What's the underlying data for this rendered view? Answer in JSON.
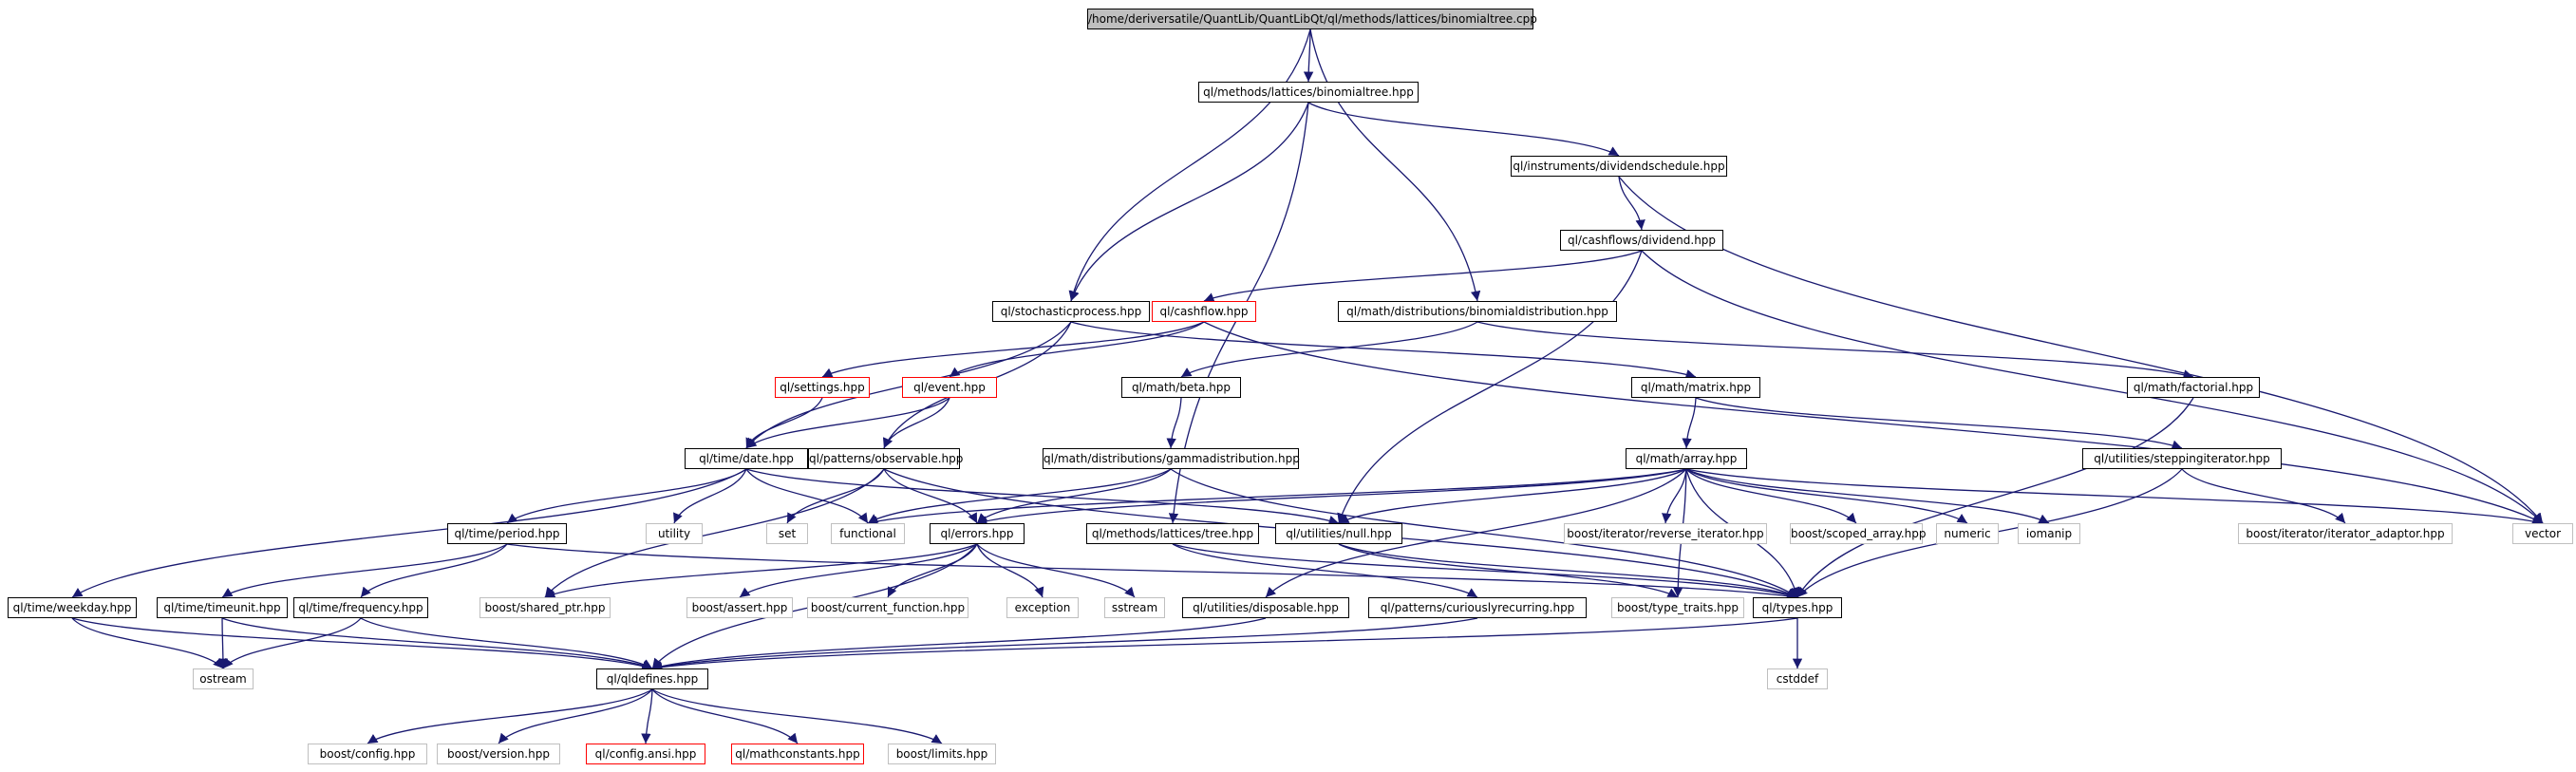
{
  "colors": {
    "edge": "#191970",
    "node_border": "#000000",
    "system_border": "#bfbfbf",
    "incomplete_border": "#ff0000",
    "root_fill": "#bfbfbf"
  },
  "nodes": [
    {
      "id": "root",
      "label": "/home/deriversatile/QuantLib/QuantLibQt/ql/methods/lattices/binomialtree.cpp",
      "kind": "root"
    },
    {
      "id": "binomialtree_hpp",
      "label": "ql/methods/lattices/binomialtree.hpp",
      "kind": "local"
    },
    {
      "id": "dividendschedule",
      "label": "ql/instruments/dividendschedule.hpp",
      "kind": "local"
    },
    {
      "id": "dividend",
      "label": "ql/cashflows/dividend.hpp",
      "kind": "local"
    },
    {
      "id": "stochasticprocess",
      "label": "ql/stochasticprocess.hpp",
      "kind": "local"
    },
    {
      "id": "cashflow",
      "label": "ql/cashflow.hpp",
      "kind": "red"
    },
    {
      "id": "binomialdistribution",
      "label": "ql/math/distributions/binomialdistribution.hpp",
      "kind": "local"
    },
    {
      "id": "settings",
      "label": "ql/settings.hpp",
      "kind": "red"
    },
    {
      "id": "event",
      "label": "ql/event.hpp",
      "kind": "red"
    },
    {
      "id": "beta",
      "label": "ql/math/beta.hpp",
      "kind": "local"
    },
    {
      "id": "matrix",
      "label": "ql/math/matrix.hpp",
      "kind": "local"
    },
    {
      "id": "factorial",
      "label": "ql/math/factorial.hpp",
      "kind": "local"
    },
    {
      "id": "date",
      "label": "ql/time/date.hpp",
      "kind": "local"
    },
    {
      "id": "observable",
      "label": "ql/patterns/observable.hpp",
      "kind": "local"
    },
    {
      "id": "gammadistribution",
      "label": "ql/math/distributions/gammadistribution.hpp",
      "kind": "local"
    },
    {
      "id": "array",
      "label": "ql/math/array.hpp",
      "kind": "local"
    },
    {
      "id": "steppingiterator",
      "label": "ql/utilities/steppingiterator.hpp",
      "kind": "local"
    },
    {
      "id": "period",
      "label": "ql/time/period.hpp",
      "kind": "local"
    },
    {
      "id": "utility",
      "label": "utility",
      "kind": "system"
    },
    {
      "id": "set",
      "label": "set",
      "kind": "system"
    },
    {
      "id": "functional",
      "label": "functional",
      "kind": "system"
    },
    {
      "id": "errors",
      "label": "ql/errors.hpp",
      "kind": "local"
    },
    {
      "id": "tree",
      "label": "ql/methods/lattices/tree.hpp",
      "kind": "local"
    },
    {
      "id": "null",
      "label": "ql/utilities/null.hpp",
      "kind": "local"
    },
    {
      "id": "reverse_iterator",
      "label": "boost/iterator/reverse_iterator.hpp",
      "kind": "system"
    },
    {
      "id": "scoped_array",
      "label": "boost/scoped_array.hpp",
      "kind": "system"
    },
    {
      "id": "numeric",
      "label": "numeric",
      "kind": "system"
    },
    {
      "id": "iomanip",
      "label": "iomanip",
      "kind": "system"
    },
    {
      "id": "iterator_adaptor",
      "label": "boost/iterator/iterator_adaptor.hpp",
      "kind": "system"
    },
    {
      "id": "vector",
      "label": "vector",
      "kind": "system"
    },
    {
      "id": "weekday",
      "label": "ql/time/weekday.hpp",
      "kind": "local"
    },
    {
      "id": "timeunit",
      "label": "ql/time/timeunit.hpp",
      "kind": "local"
    },
    {
      "id": "frequency",
      "label": "ql/time/frequency.hpp",
      "kind": "local"
    },
    {
      "id": "shared_ptr",
      "label": "boost/shared_ptr.hpp",
      "kind": "system"
    },
    {
      "id": "assert",
      "label": "boost/assert.hpp",
      "kind": "system"
    },
    {
      "id": "current_function",
      "label": "boost/current_function.hpp",
      "kind": "system"
    },
    {
      "id": "exception",
      "label": "exception",
      "kind": "system"
    },
    {
      "id": "sstream",
      "label": "sstream",
      "kind": "system"
    },
    {
      "id": "disposable",
      "label": "ql/utilities/disposable.hpp",
      "kind": "local"
    },
    {
      "id": "curiouslyrecurring",
      "label": "ql/patterns/curiouslyrecurring.hpp",
      "kind": "local"
    },
    {
      "id": "type_traits",
      "label": "boost/type_traits.hpp",
      "kind": "system"
    },
    {
      "id": "types",
      "label": "ql/types.hpp",
      "kind": "local"
    },
    {
      "id": "ostream",
      "label": "ostream",
      "kind": "system"
    },
    {
      "id": "qldefines",
      "label": "ql/qldefines.hpp",
      "kind": "local"
    },
    {
      "id": "cstddef",
      "label": "cstddef",
      "kind": "system"
    },
    {
      "id": "boost_config",
      "label": "boost/config.hpp",
      "kind": "system"
    },
    {
      "id": "boost_version",
      "label": "boost/version.hpp",
      "kind": "system"
    },
    {
      "id": "config_ansi",
      "label": "ql/config.ansi.hpp",
      "kind": "red"
    },
    {
      "id": "mathconstants",
      "label": "ql/mathconstants.hpp",
      "kind": "red"
    },
    {
      "id": "boost_limits",
      "label": "boost/limits.hpp",
      "kind": "system"
    }
  ],
  "edges": [
    [
      "root",
      "binomialtree_hpp"
    ],
    [
      "root",
      "stochasticprocess"
    ],
    [
      "root",
      "binomialdistribution"
    ],
    [
      "binomialtree_hpp",
      "dividendschedule"
    ],
    [
      "binomialtree_hpp",
      "stochasticprocess"
    ],
    [
      "binomialtree_hpp",
      "tree"
    ],
    [
      "dividendschedule",
      "dividend"
    ],
    [
      "dividendschedule",
      "vector"
    ],
    [
      "dividend",
      "cashflow"
    ],
    [
      "dividend",
      "null"
    ],
    [
      "dividend",
      "vector"
    ],
    [
      "stochasticprocess",
      "date"
    ],
    [
      "stochasticprocess",
      "observable"
    ],
    [
      "stochasticprocess",
      "matrix"
    ],
    [
      "cashflow",
      "settings"
    ],
    [
      "cashflow",
      "event"
    ],
    [
      "cashflow",
      "vector"
    ],
    [
      "binomialdistribution",
      "beta"
    ],
    [
      "binomialdistribution",
      "factorial"
    ],
    [
      "settings",
      "date"
    ],
    [
      "event",
      "date"
    ],
    [
      "event",
      "observable"
    ],
    [
      "beta",
      "gammadistribution"
    ],
    [
      "matrix",
      "array"
    ],
    [
      "matrix",
      "steppingiterator"
    ],
    [
      "factorial",
      "types"
    ],
    [
      "date",
      "period"
    ],
    [
      "date",
      "weekday"
    ],
    [
      "date",
      "utility"
    ],
    [
      "date",
      "functional"
    ],
    [
      "date",
      "null"
    ],
    [
      "observable",
      "set"
    ],
    [
      "observable",
      "shared_ptr"
    ],
    [
      "observable",
      "errors"
    ],
    [
      "observable",
      "types"
    ],
    [
      "gammadistribution",
      "errors"
    ],
    [
      "gammadistribution",
      "functional"
    ],
    [
      "gammadistribution",
      "types"
    ],
    [
      "array",
      "errors"
    ],
    [
      "array",
      "functional"
    ],
    [
      "array",
      "null"
    ],
    [
      "array",
      "reverse_iterator"
    ],
    [
      "array",
      "scoped_array"
    ],
    [
      "array",
      "numeric"
    ],
    [
      "array",
      "iomanip"
    ],
    [
      "array",
      "vector"
    ],
    [
      "array",
      "type_traits"
    ],
    [
      "array",
      "types"
    ],
    [
      "array",
      "disposable"
    ],
    [
      "steppingiterator",
      "iterator_adaptor"
    ],
    [
      "steppingiterator",
      "types"
    ],
    [
      "period",
      "timeunit"
    ],
    [
      "period",
      "frequency"
    ],
    [
      "period",
      "types"
    ],
    [
      "errors",
      "qldefines"
    ],
    [
      "errors",
      "shared_ptr"
    ],
    [
      "errors",
      "assert"
    ],
    [
      "errors",
      "current_function"
    ],
    [
      "errors",
      "exception"
    ],
    [
      "errors",
      "sstream"
    ],
    [
      "tree",
      "curiouslyrecurring"
    ],
    [
      "tree",
      "types"
    ],
    [
      "null",
      "type_traits"
    ],
    [
      "null",
      "types"
    ],
    [
      "weekday",
      "qldefines"
    ],
    [
      "weekday",
      "ostream"
    ],
    [
      "timeunit",
      "qldefines"
    ],
    [
      "timeunit",
      "ostream"
    ],
    [
      "frequency",
      "qldefines"
    ],
    [
      "frequency",
      "ostream"
    ],
    [
      "disposable",
      "qldefines"
    ],
    [
      "curiouslyrecurring",
      "qldefines"
    ],
    [
      "types",
      "qldefines"
    ],
    [
      "types",
      "cstddef"
    ],
    [
      "qldefines",
      "boost_config"
    ],
    [
      "qldefines",
      "boost_version"
    ],
    [
      "qldefines",
      "config_ansi"
    ],
    [
      "qldefines",
      "mathconstants"
    ],
    [
      "qldefines",
      "boost_limits"
    ]
  ]
}
